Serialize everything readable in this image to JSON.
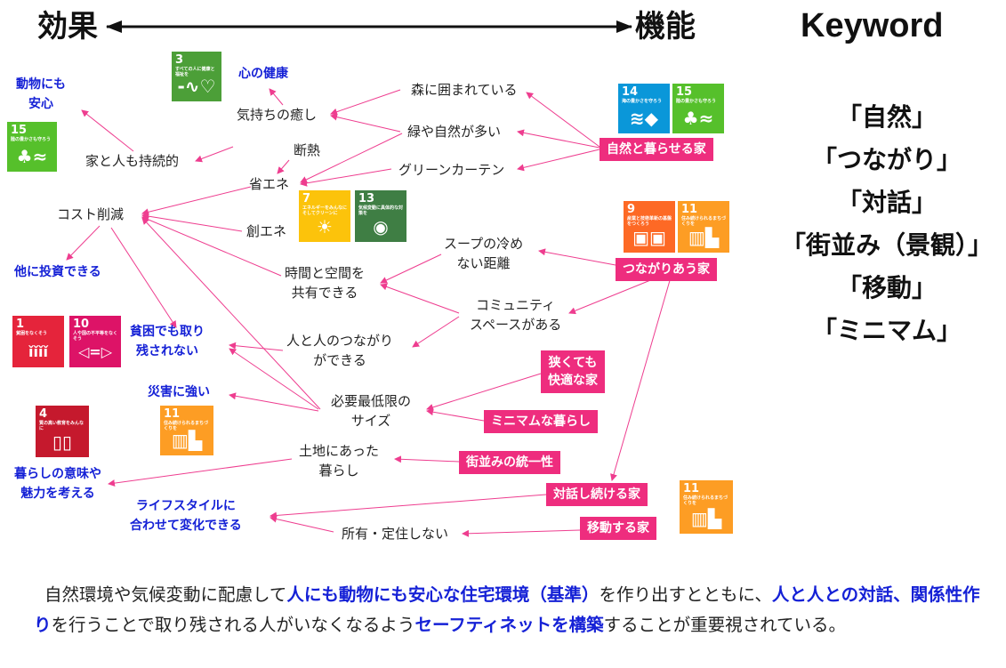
{
  "header": {
    "left": "効果",
    "right": "機能",
    "keyword": "Keyword"
  },
  "keywords": [
    "「自然」",
    "「つながり」",
    "「対話」",
    "「街並み（景観）」",
    "「移動」",
    "「ミニマム」"
  ],
  "nodes": {
    "forest": "森に囲まれている",
    "greenery": "緑や自然が多い",
    "green_curtain": "グリーンカーテン",
    "healing": "気持ちの癒し",
    "insulation": "断熱",
    "sustainable": "家と人も持続的",
    "energy_saving": "省エネ",
    "energy_creation": "創エネ",
    "cost": "コスト削減",
    "soup_l1": "スープの冷め",
    "soup_l2": "ない距離",
    "share_l1": "時間と空間を",
    "share_l2": "共有できる",
    "community_l1": "コミュニティ",
    "community_l2": "スペースがある",
    "people_l1": "人と人のつながり",
    "people_l2": "ができる",
    "minimum_l1": "必要最低限の",
    "minimum_l2": "サイズ",
    "land_l1": "土地にあった",
    "land_l2": "暮らし",
    "no_owning": "所有・定住しない"
  },
  "effects": {
    "animals_l1": "動物にも",
    "animals_l2": "安心",
    "mental_health": "心の健康",
    "invest": "他に投資できる",
    "no_one_behind_l1": "貧困でも取り",
    "no_one_behind_l2": "残されない",
    "disaster": "災害に強い",
    "meaning_l1": "暮らしの意味や",
    "meaning_l2": "魅力を考える",
    "lifestyle_l1": "ライフスタイルに",
    "lifestyle_l2": "合わせて変化できる"
  },
  "functions": {
    "nature_house": "自然と暮らせる家",
    "connected_house": "つながりあう家",
    "small_l1": "狭くても",
    "small_l2": "快適な家",
    "minimal_living": "ミニマムな暮らし",
    "townscape": "街並みの統一性",
    "dialogue_house": "対話し続ける家",
    "moving_house": "移動する家"
  },
  "sdg_icons": [
    {
      "num": "3",
      "text": "すべての人に健康と福祉を",
      "color": "#4c9f38",
      "icon": "heartbeat-icon",
      "glyph": "-∿♡"
    },
    {
      "num": "15",
      "text": "陸の豊かさも守ろう",
      "color": "#56c02b",
      "icon": "tree-icon",
      "glyph": "♣≈"
    },
    {
      "num": "14",
      "text": "海の豊かさを守ろう",
      "color": "#0a97d9",
      "icon": "fish-icon",
      "glyph": "≋◆"
    },
    {
      "num": "15",
      "text": "陸の豊かさも守ろう",
      "color": "#56c02b",
      "icon": "tree-icon",
      "glyph": "♣≈"
    },
    {
      "num": "7",
      "text": "エネルギーをみんなに そしてクリーンに",
      "color": "#fcc30b",
      "icon": "sun-icon",
      "glyph": "☀"
    },
    {
      "num": "13",
      "text": "気候変動に具体的な対策を",
      "color": "#3f7e44",
      "icon": "eye-earth-icon",
      "glyph": "◉"
    },
    {
      "num": "9",
      "text": "産業と技術革新の基盤をつくろう",
      "color": "#fd6925",
      "icon": "cubes-icon",
      "glyph": "▣▣"
    },
    {
      "num": "11",
      "text": "住み続けられるまちづくりを",
      "color": "#fd9d24",
      "icon": "city-icon",
      "glyph": "▥▙"
    },
    {
      "num": "1",
      "text": "貧困をなくそう",
      "color": "#e5243b",
      "icon": "family-icon",
      "glyph": "ǐǐǐǐ"
    },
    {
      "num": "10",
      "text": "人や国の不平等をなくそう",
      "color": "#dd1367",
      "icon": "equality-icon",
      "glyph": "◁=▷"
    },
    {
      "num": "11",
      "text": "住み続けられるまちづくりを",
      "color": "#fd9d24",
      "icon": "city-icon",
      "glyph": "▥▙"
    },
    {
      "num": "4",
      "text": "質の高い教育をみんなに",
      "color": "#c5192d",
      "icon": "book-icon",
      "glyph": "▯▯"
    },
    {
      "num": "11",
      "text": "住み続けられるまちづくりを",
      "color": "#fd9d24",
      "icon": "city-icon",
      "glyph": "▥▙"
    }
  ],
  "paragraph": {
    "p1": "自然環境や気候変動に配慮して",
    "b1": "人にも動物にも安心な住宅環境（基準）",
    "p2": "を作り出すとともに、",
    "b2": "人と人との対話、関係性作り",
    "p3": "を行うことで取り残される人がいなくなるよう",
    "b3": "セーフティネットを構築",
    "p4": "することが重要視されている。"
  },
  "colors": {
    "arrow": "#ee3d8f",
    "header_arrow": "#111111",
    "effect_text": "#1521d6",
    "function_bg": "#ee2d7e"
  }
}
